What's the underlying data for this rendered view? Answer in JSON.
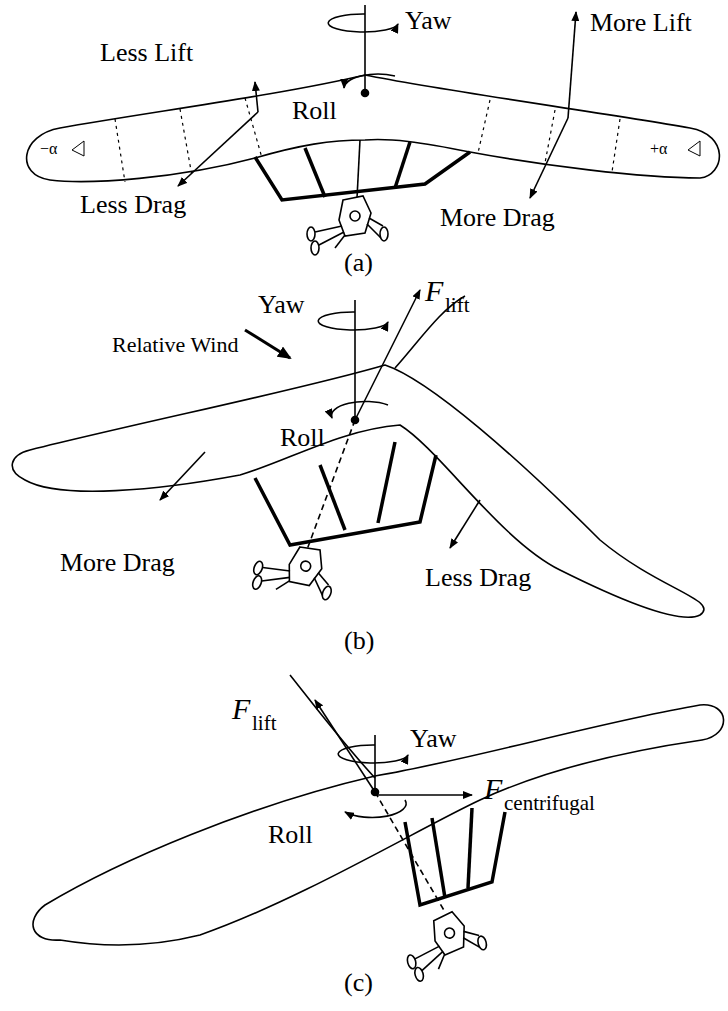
{
  "diagram": {
    "labels": [
      "Yaw",
      "Less Lift",
      "More Lift",
      "Roll",
      "−α",
      "+α",
      "Less Drag",
      "More Drag",
      "(a)",
      "Yaw",
      "F",
      "lift",
      "Relative Wind",
      "Roll",
      "More Drag",
      "Less Drag",
      "(b)",
      "F",
      "lift",
      "Yaw",
      "F",
      "centrifugal",
      "Roll",
      "(c)"
    ]
  }
}
